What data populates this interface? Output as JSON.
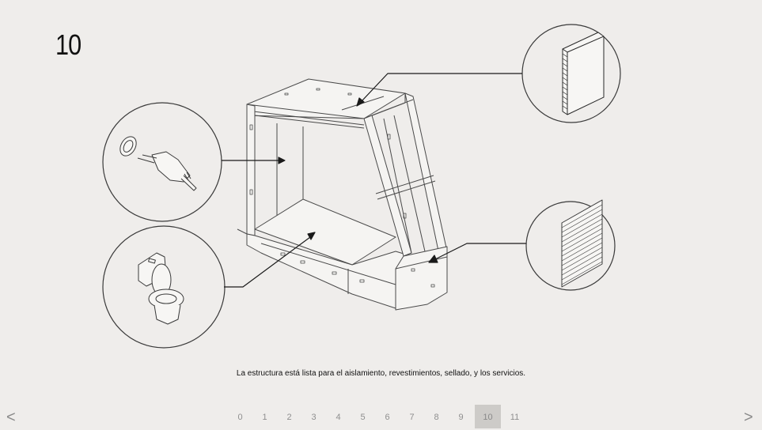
{
  "step": {
    "number": "10"
  },
  "illustration": {
    "main": "modular-house-frame-structure",
    "callouts": [
      {
        "name": "electrical-services",
        "icon": "plug-and-socket-icon"
      },
      {
        "name": "plumbing-services",
        "icon": "toilet-icon"
      },
      {
        "name": "insulation",
        "icon": "insulation-panel-icon"
      },
      {
        "name": "cladding",
        "icon": "cladding-panel-icon"
      }
    ],
    "colors": {
      "line": "#2a2a2a",
      "background": "#efedeb"
    }
  },
  "caption": "La estructura está lista para el aislamiento, revestimientos, sellado, y los servicios.",
  "pager": {
    "prev_label": "<",
    "next_label": ">",
    "pages": [
      "0",
      "1",
      "2",
      "3",
      "4",
      "5",
      "6",
      "7",
      "8",
      "9",
      "10",
      "11"
    ],
    "current": "10"
  }
}
